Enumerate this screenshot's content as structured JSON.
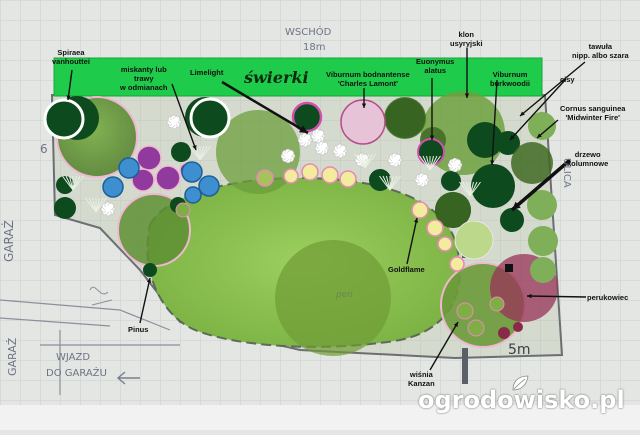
{
  "title": "świerki",
  "pencil": {
    "east": "WSCHÓD",
    "dim_top": "18m",
    "dim_bottom": "5m",
    "garage": "GARAŻ",
    "garage2": "GARAŻ",
    "entrance_line1": "WJAZD",
    "entrance_line2": "DO GARAŻU",
    "ulica": "ULICA",
    "six": "6",
    "pen": "pen"
  },
  "labels": {
    "spiraea": "Spiraea\nvanhouttei",
    "miskanty": "miskanty lub\ntrawy\nw odmianach",
    "limelight": "Limelight",
    "viburnum_bod": "Viburnum bodnantense\n'Charles Lamont'",
    "euonymus": "Euonymus\nalatus",
    "klon": "klon\nusyryjski",
    "viburnum_burk": "Viburnum\nburkwoodii",
    "tawula": "tawuła\nnipp. albo szara",
    "cisy": "cisy",
    "cornus": "Cornus sanguinea\n'Midwinter Fire'",
    "drzewo": "drzewo\nkolumnowe",
    "goldflame": "Goldflame",
    "pinus": "Pinus",
    "perukowiec": "perukowiec",
    "wisnia": "wiśnia\nKanzan"
  },
  "watermark": "ogrodowisko.pl",
  "colors": {
    "paper": "#e4e6e4",
    "grid": "#c3c6c6",
    "lawn": "#8bc150",
    "band": "#1fcb4a",
    "tree": "#6a9a3a",
    "dark": "#0d4a1e",
    "purple": "#8f3a9c",
    "blue": "#3d8fcf",
    "pink": "#e88ab8",
    "yellow": "#f3ec9c",
    "maroon": "#8a2a4a"
  }
}
